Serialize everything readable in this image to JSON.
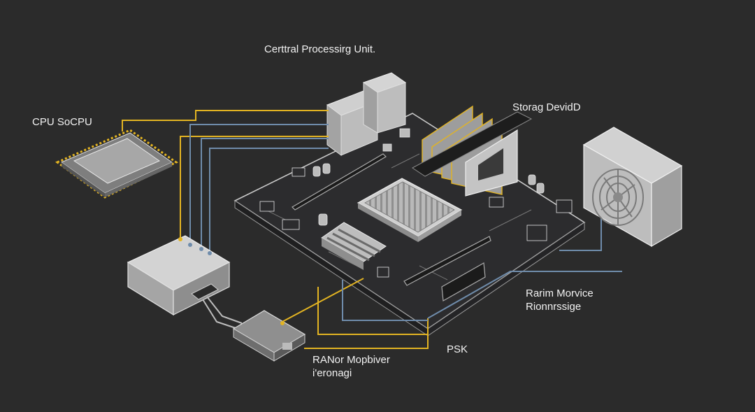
{
  "labels": {
    "top_title": "Certtral Processirg Unit.",
    "cpu": "CPU SoCPU",
    "storage": "Storag DevidD",
    "ram_line1": "Rarim Morvice",
    "ram_line2": "Rionnrssige",
    "psk": "PSK",
    "bottom_line1": "RANor Mopbiver",
    "bottom_line2": "i'eronagi"
  },
  "colors": {
    "background": "#2b2b2b",
    "board": "#2c2c2e",
    "yellow_wire": "#e3b422",
    "blue_wire": "#6f8cab",
    "gray_wire": "#8a8a8a",
    "component": "#a9a9a9",
    "text": "#f2f2f2"
  }
}
